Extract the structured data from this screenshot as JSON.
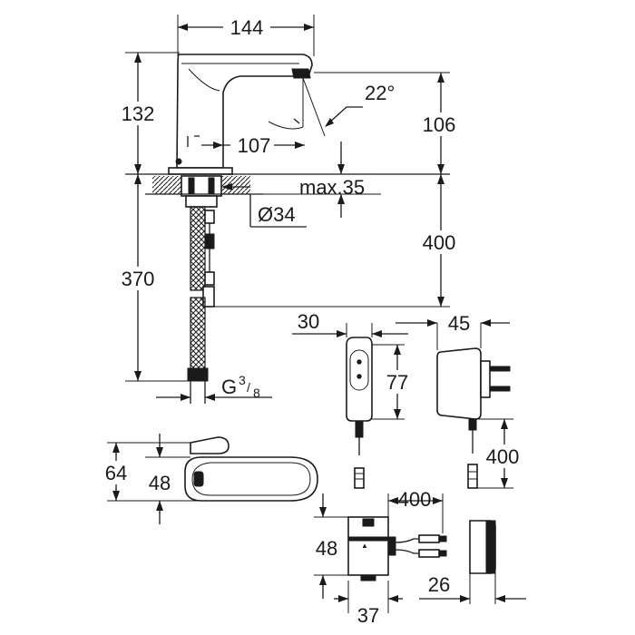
{
  "dimensions": {
    "spout_length": "144",
    "height_total": "132",
    "spout_height": "107",
    "angle": "22°",
    "right_height": "106",
    "max_thickness": "max.35",
    "hole_diameter": "Ø34",
    "hose_400": "400",
    "hose_370": "370",
    "thread": "G",
    "thread_num": "3",
    "thread_den": "8",
    "battery_width": "30",
    "battery_height": "77",
    "adapter_width": "45",
    "adapter_cable": "400",
    "top_view_64": "64",
    "top_view_48": "48",
    "box_cable": "400",
    "box_height": "48",
    "box_width": "37",
    "cover_width": "26"
  },
  "colors": {
    "line": "#1a1a1a",
    "background": "#ffffff"
  }
}
